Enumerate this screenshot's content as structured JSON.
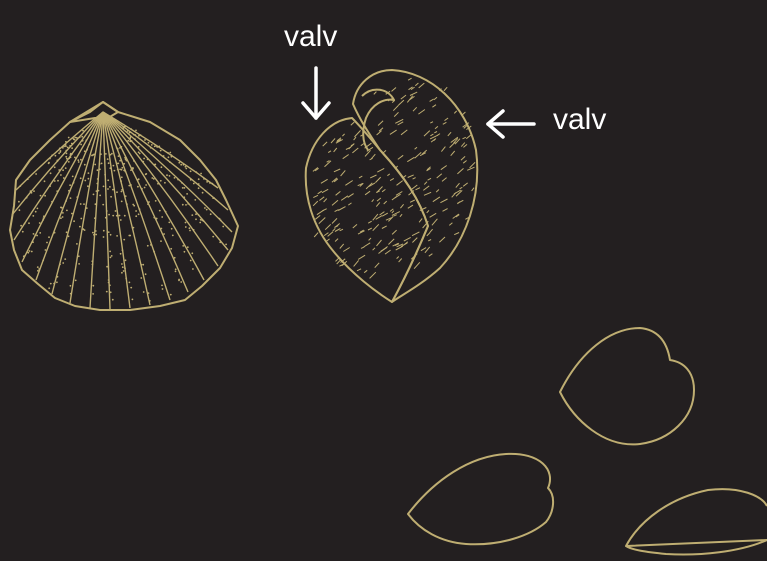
{
  "labels": {
    "top": "valv",
    "right": "valv"
  },
  "colors": {
    "background": "#231f20",
    "outline": "#bfae72",
    "text": "#ffffff",
    "arrow": "#ffffff"
  },
  "figures": [
    {
      "name": "ribbed-cockle-shell"
    },
    {
      "name": "heart-cockle-side-view"
    },
    {
      "name": "shell-outline-upper"
    },
    {
      "name": "shell-outline-lower-left"
    },
    {
      "name": "shell-outline-lower-right"
    }
  ]
}
